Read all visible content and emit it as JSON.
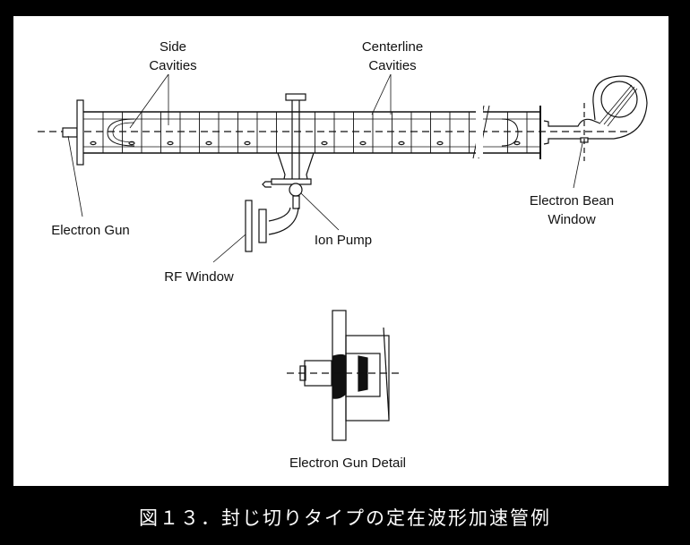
{
  "labels": {
    "side_cavities": [
      "Side",
      "Cavities"
    ],
    "centerline_cavities": [
      "Centerline",
      "Cavities"
    ],
    "electron_gun": "Electron Gun",
    "electron_beam_window": [
      "Electron Bean",
      "Window"
    ],
    "ion_pump": "Ion Pump",
    "rf_window": "RF Window",
    "electron_gun_detail": "Electron Gun Detail"
  },
  "caption": "図１３．封じ切りタイプの定在波形加速管例",
  "colors": {
    "background": "#000000",
    "panel": "#ffffff",
    "ink": "#111111",
    "caption": "#ffffff"
  }
}
